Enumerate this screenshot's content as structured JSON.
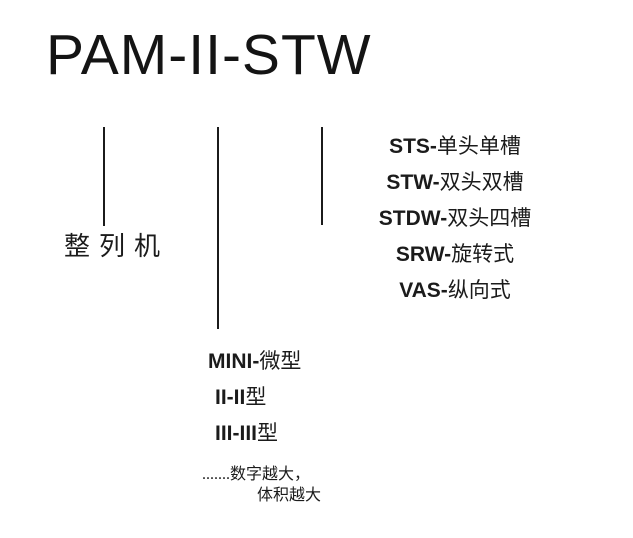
{
  "title": "PAM-II-STW",
  "machine": {
    "label": "整列机"
  },
  "size_column": {
    "items": [
      {
        "code": "MINI-",
        "name": "微型"
      },
      {
        "code": "II-II",
        "name": "型"
      },
      {
        "code": "III-III",
        "name": "型"
      }
    ],
    "note_line1": ".......数字越大，",
    "note_line2": "体积越大"
  },
  "type_column": {
    "items": [
      {
        "code": "STS-",
        "name": "单头单槽"
      },
      {
        "code": "STW-",
        "name": "双头双槽"
      },
      {
        "code": "STDW-",
        "name": "双头四槽"
      },
      {
        "code": "SRW-",
        "name": "旋转式"
      },
      {
        "code": "VAS-",
        "name": "纵向式"
      }
    ]
  },
  "colors": {
    "text": "#1b1b1b",
    "line": "#1b1b1b",
    "background": "#ffffff"
  }
}
